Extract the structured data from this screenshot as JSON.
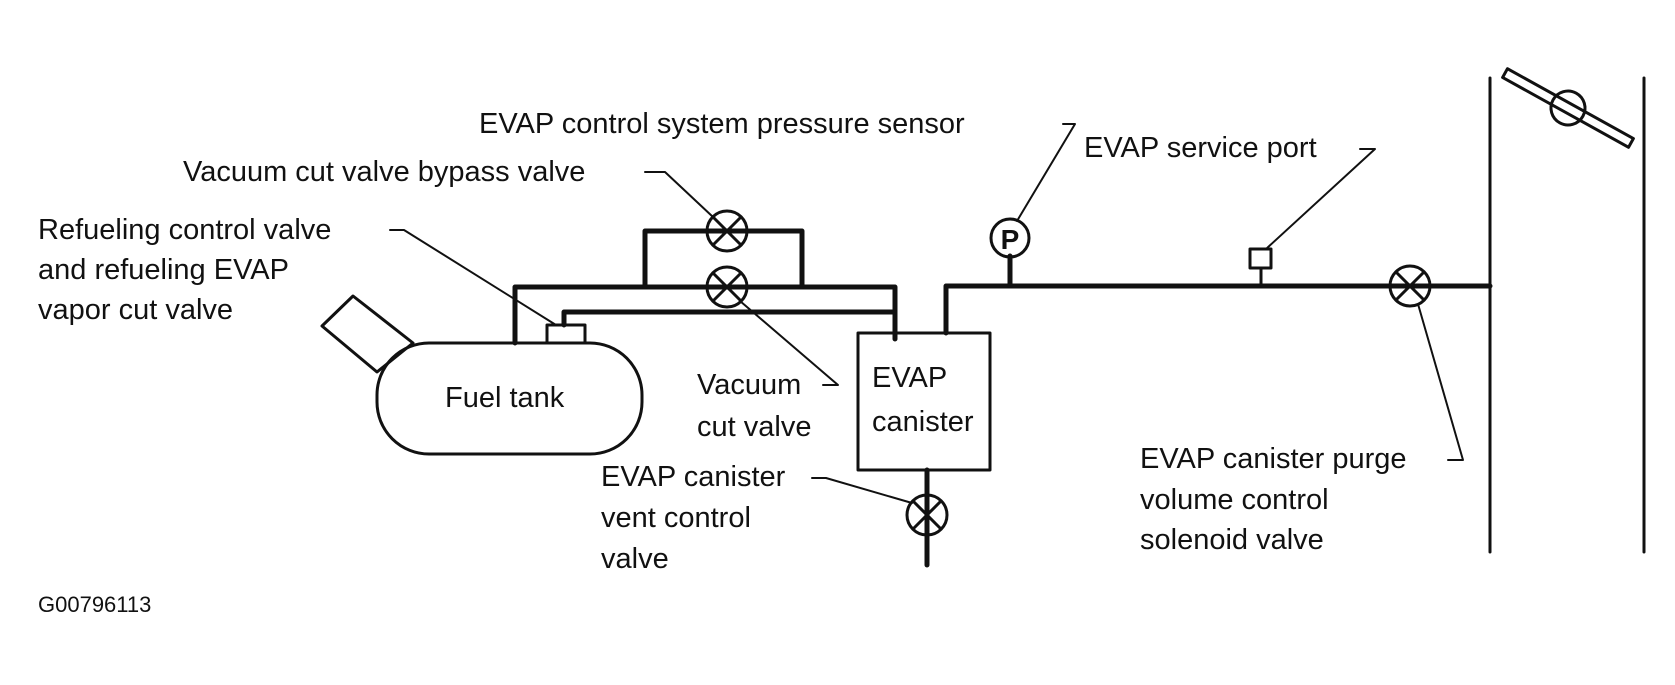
{
  "labels": {
    "pressure_sensor": "EVAP control system pressure sensor",
    "service_port": "EVAP service port",
    "bypass_valve": "Vacuum cut valve bypass valve",
    "refueling_line1": "Refueling control valve",
    "refueling_line2": "and refueling EVAP",
    "refueling_line3": "vapor cut valve",
    "fuel_tank": "Fuel tank",
    "vacuum_cut_line1": "Vacuum",
    "vacuum_cut_line2": "cut valve",
    "canister_line1": "EVAP",
    "canister_line2": "canister",
    "vent_line1": "EVAP canister",
    "vent_line2": "vent control",
    "vent_line3": "valve",
    "purge_line1": "EVAP canister purge",
    "purge_line2": "volume control",
    "purge_line3": "solenoid valve",
    "pressure_symbol": "P",
    "figure_id": "G00796113"
  },
  "colors": {
    "ink": "#111111",
    "background": "#ffffff"
  },
  "icons": [
    "valve-icon",
    "pressure-sensor-icon",
    "service-port-icon",
    "throttle-plate-icon"
  ]
}
